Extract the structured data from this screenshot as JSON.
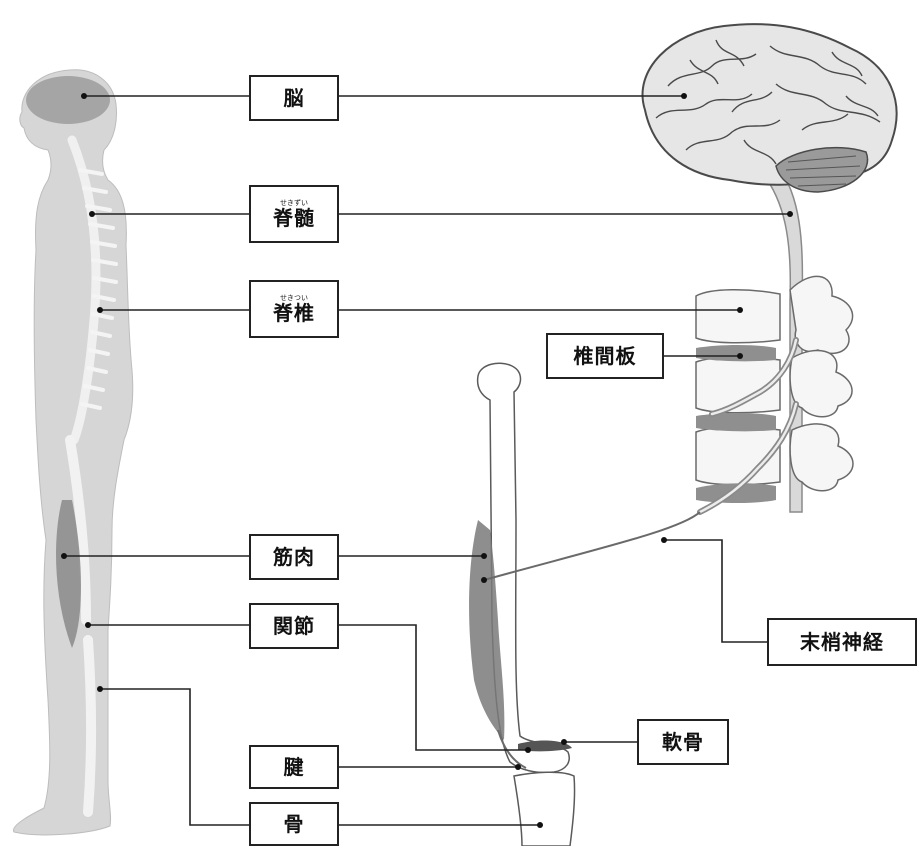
{
  "labels": {
    "brain": "脳",
    "spinal_cord": {
      "text": "脊髄",
      "ruby": "せきずい"
    },
    "spine": {
      "text": "脊椎",
      "ruby": "せきつい"
    },
    "disc": "椎間板",
    "muscle": "筋肉",
    "joint": "関節",
    "tendon": "腱",
    "bone": "骨",
    "cartilage": "軟骨",
    "peripheral_nerve": "末梢神経"
  },
  "colors": {
    "body": "#d6d6d6",
    "bone": "#f2f2f2",
    "muscle": "#8a8a8a",
    "disc": "#8f8f8f",
    "line": "#222222"
  }
}
